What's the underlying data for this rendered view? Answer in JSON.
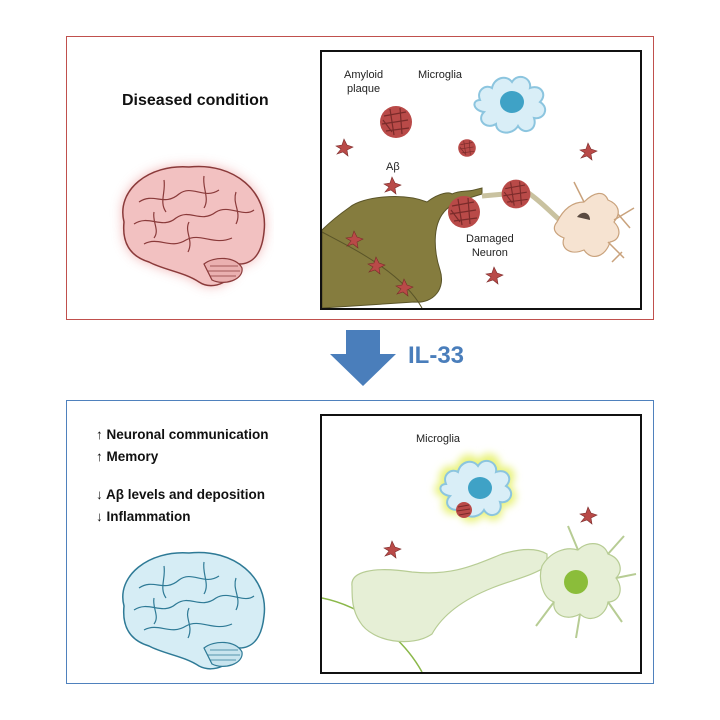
{
  "top": {
    "title": "Diseased condition",
    "labels": {
      "amyloid_line1": "Amyloid",
      "amyloid_line2": "plaque",
      "microglia": "Microglia",
      "abeta": "Aβ",
      "damaged_line1": "Damaged",
      "damaged_line2": "Neuron"
    }
  },
  "treatment": {
    "label": "IL-33"
  },
  "bottom": {
    "effects": [
      "↑ Neuronal communication",
      "↑ Memory",
      "↓ Aβ levels and deposition",
      "↓ Inflammation"
    ],
    "labels": {
      "microglia": "Microglia"
    }
  },
  "colors": {
    "diseased_border": "#c0504d",
    "healthy_border": "#4f81bd",
    "arrow": "#4a7ebb",
    "amyloid": "#b94a48",
    "diseased_brain": "#f2b8b8",
    "healthy_brain": "#cfe8f2",
    "microglia": "#d9eef7",
    "healthy_neuron": "#e6efd6",
    "damaged_axon": "#857c3e"
  }
}
